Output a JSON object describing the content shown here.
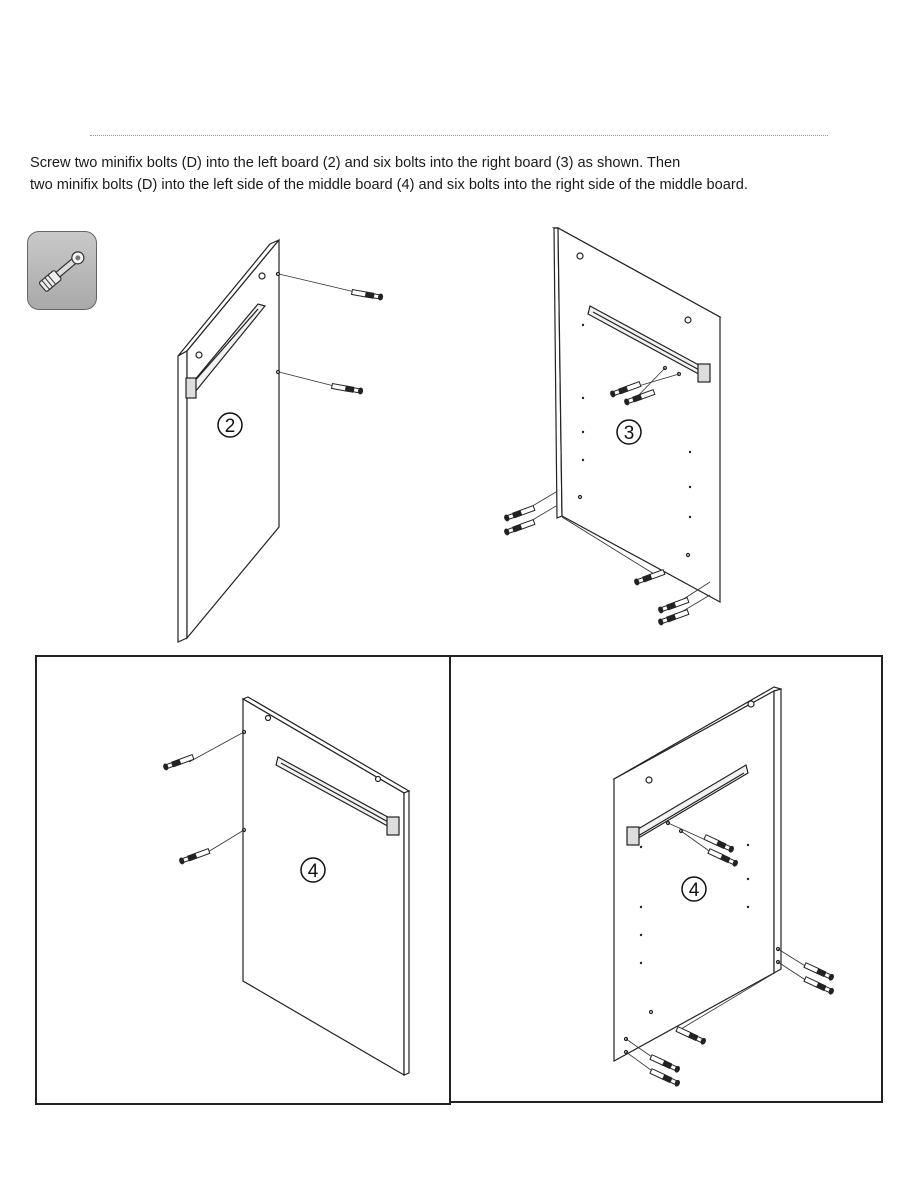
{
  "instruction": {
    "line1": "Screw two minifix bolts (D) into the left board (2) and six bolts into the right board (3) as shown. Then",
    "line2": "two minifix bolts (D) into the left side of the middle board (4) and six bolts into the right side of the middle board."
  },
  "part_icon": {
    "name": "minifix-bolt-D",
    "icon": "minifix-bolt-icon"
  },
  "boards": {
    "left": "2",
    "right": "3",
    "middle_left_view": "4",
    "middle_right_view": "4"
  }
}
